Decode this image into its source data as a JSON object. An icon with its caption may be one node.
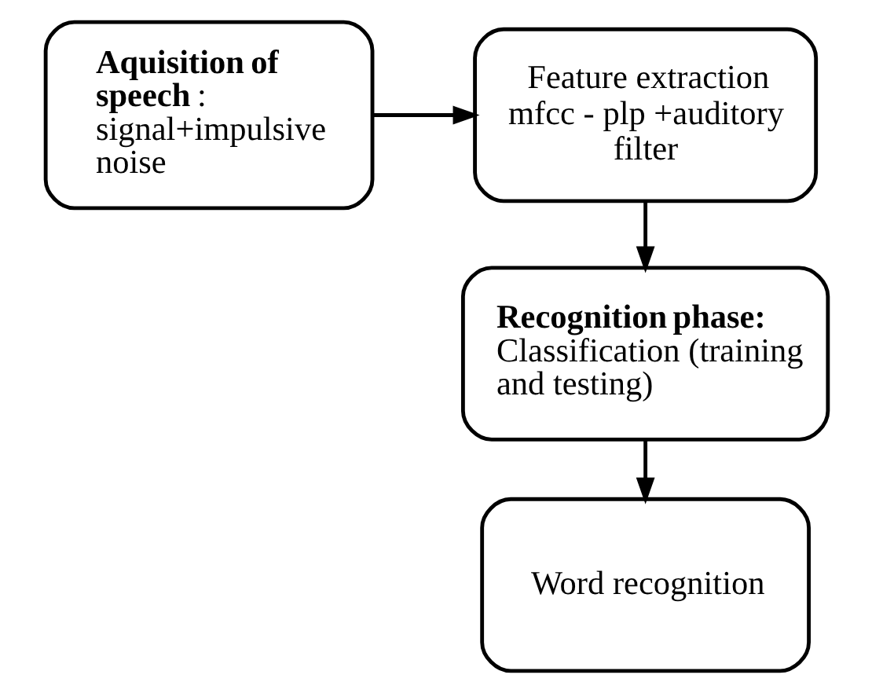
{
  "diagram": {
    "nodes": [
      {
        "text": [
          "**Aquisition of speech** : signal+impulsive noise"
        ]
      },
      {
        "text": [
          "Feature extraction mfcc - plp +auditory filter"
        ]
      },
      {
        "text": [
          "**Recognition phase:** Classification (training and testing)"
        ]
      },
      {
        "text": [
          "Word recognition"
        ]
      }
    ],
    "edges": [
      {
        "from": 0,
        "to": 1,
        "arrow": "to"
      },
      {
        "from": 1,
        "to": 2,
        "arrow": "to"
      },
      {
        "from": 2,
        "to": 3,
        "arrow": "to"
      }
    ]
  }
}
